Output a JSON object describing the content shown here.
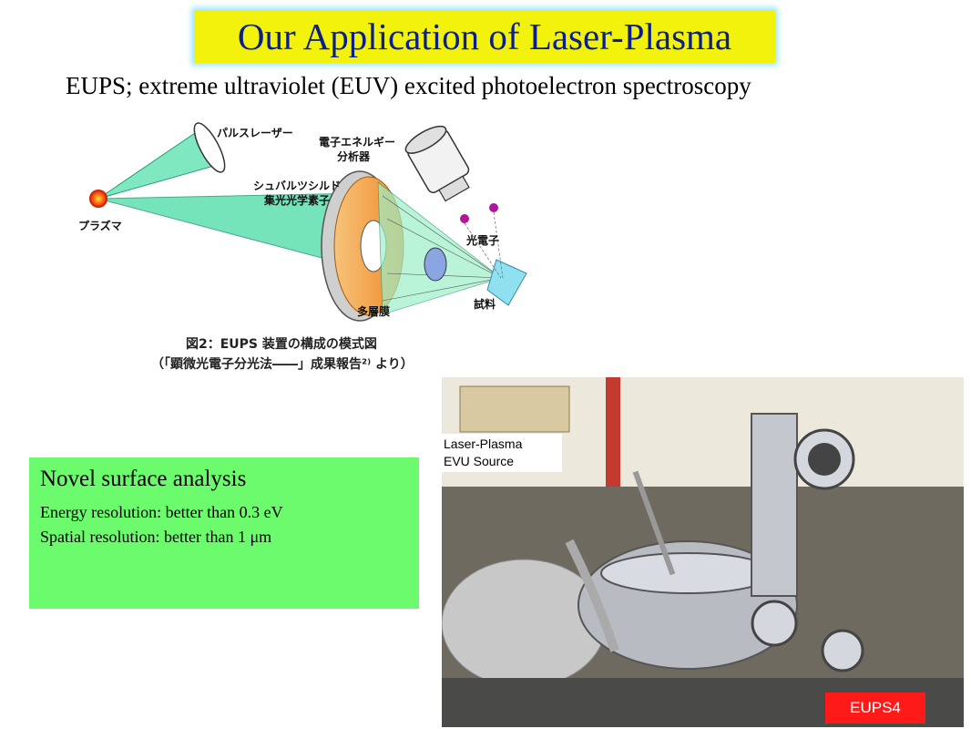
{
  "slide": {
    "title": "Our Application of Laser-Plasma",
    "subtitle": "EUPS; extreme ultraviolet (EUV) excited photoelectron spectroscopy"
  },
  "diagram": {
    "labels": {
      "pulse_laser": "パルスレーザー",
      "analyzer_line1": "電子エネルギー",
      "analyzer_line2": "分析器",
      "schwarzschild_line1": "シュバルツシルド",
      "schwarzschild_line2": "集光光学素子",
      "plasma": "プラズマ",
      "photoelectron": "光電子",
      "multilayer": "多層膜",
      "sample": "試料"
    },
    "caption_line1": "図2：EUPS 装置の構成の模式図",
    "caption_line2": "（「顕微光電子分光法――」成果報告²⁾ より）",
    "colors": {
      "beam": "#5fe0b0",
      "mirror": "#f4a64a",
      "plasma": "#ff3a10",
      "electron": "#b0169a",
      "sample": "#8fe0f0"
    }
  },
  "info_box": {
    "heading": "Novel surface analysis",
    "energy_resolution": "Energy resolution: better than 0.3 eV",
    "spatial_resolution": "Spatial resolution: better than 1 μm",
    "background": "#6cfb6c"
  },
  "photo": {
    "label_line1": "Laser-Plasma",
    "label_line2": "EVU Source",
    "badge": "EUPS4",
    "badge_color": "#ff1a1a"
  }
}
